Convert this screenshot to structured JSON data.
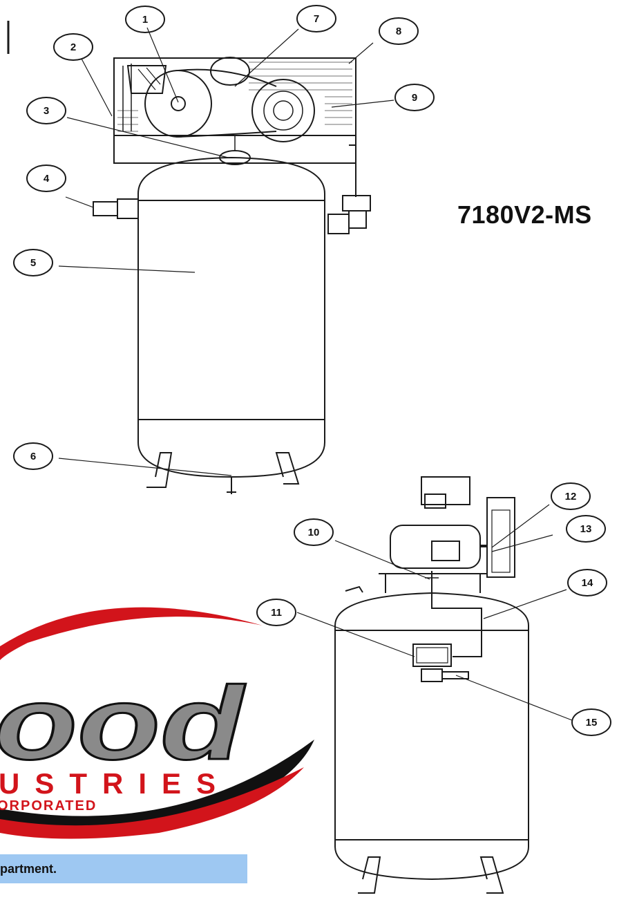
{
  "model": "7180V2-MS",
  "note": "partment.",
  "logo": {
    "wordmark": "ood",
    "line2": "USTRIES",
    "line3": "ORPORATED",
    "colors": {
      "swoosh_red": "#d2141b",
      "swoosh_black": "#111111",
      "letters_gray": "#8a8a8a"
    }
  },
  "callouts": [
    "1",
    "2",
    "3",
    "4",
    "5",
    "6",
    "7",
    "8",
    "9",
    "10",
    "11",
    "12",
    "13",
    "14",
    "15"
  ],
  "colors": {
    "line": "#1a1a1a",
    "note_bg": "#9ec8f2"
  }
}
